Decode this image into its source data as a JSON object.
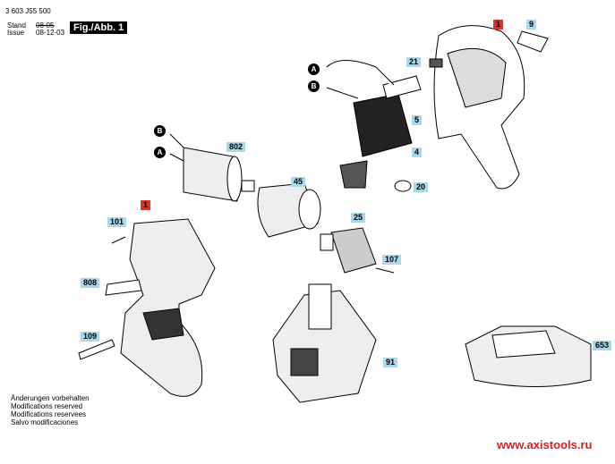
{
  "header": {
    "doc_number": "3 603 J55 500",
    "stand_label": "Stand",
    "issue_label": "Issue",
    "old_date": "08-05",
    "issue_date": "08-12-03",
    "figure_label": "Fig./Abb. 1"
  },
  "callouts": {
    "p1a": "1",
    "p1b": "1",
    "p9": "9",
    "p21": "21",
    "p5": "5",
    "p4": "4",
    "p20": "20",
    "p802": "802",
    "p45": "45",
    "p25": "25",
    "p101": "101",
    "p107": "107",
    "p808": "808",
    "p109": "109",
    "p91": "91",
    "p653": "653"
  },
  "connectors": {
    "a1": "A",
    "b1": "B",
    "a2": "A",
    "b2": "B"
  },
  "footer": {
    "lines": [
      "Änderungen vorbehalten",
      "Modifications reserved",
      "Modifications reservees",
      "Salvo modificaciones"
    ],
    "url": "www.axistools.ru"
  },
  "colors": {
    "callout": "#a9d8ea",
    "housing_callout": "#e0321e",
    "url": "#d8201f"
  }
}
